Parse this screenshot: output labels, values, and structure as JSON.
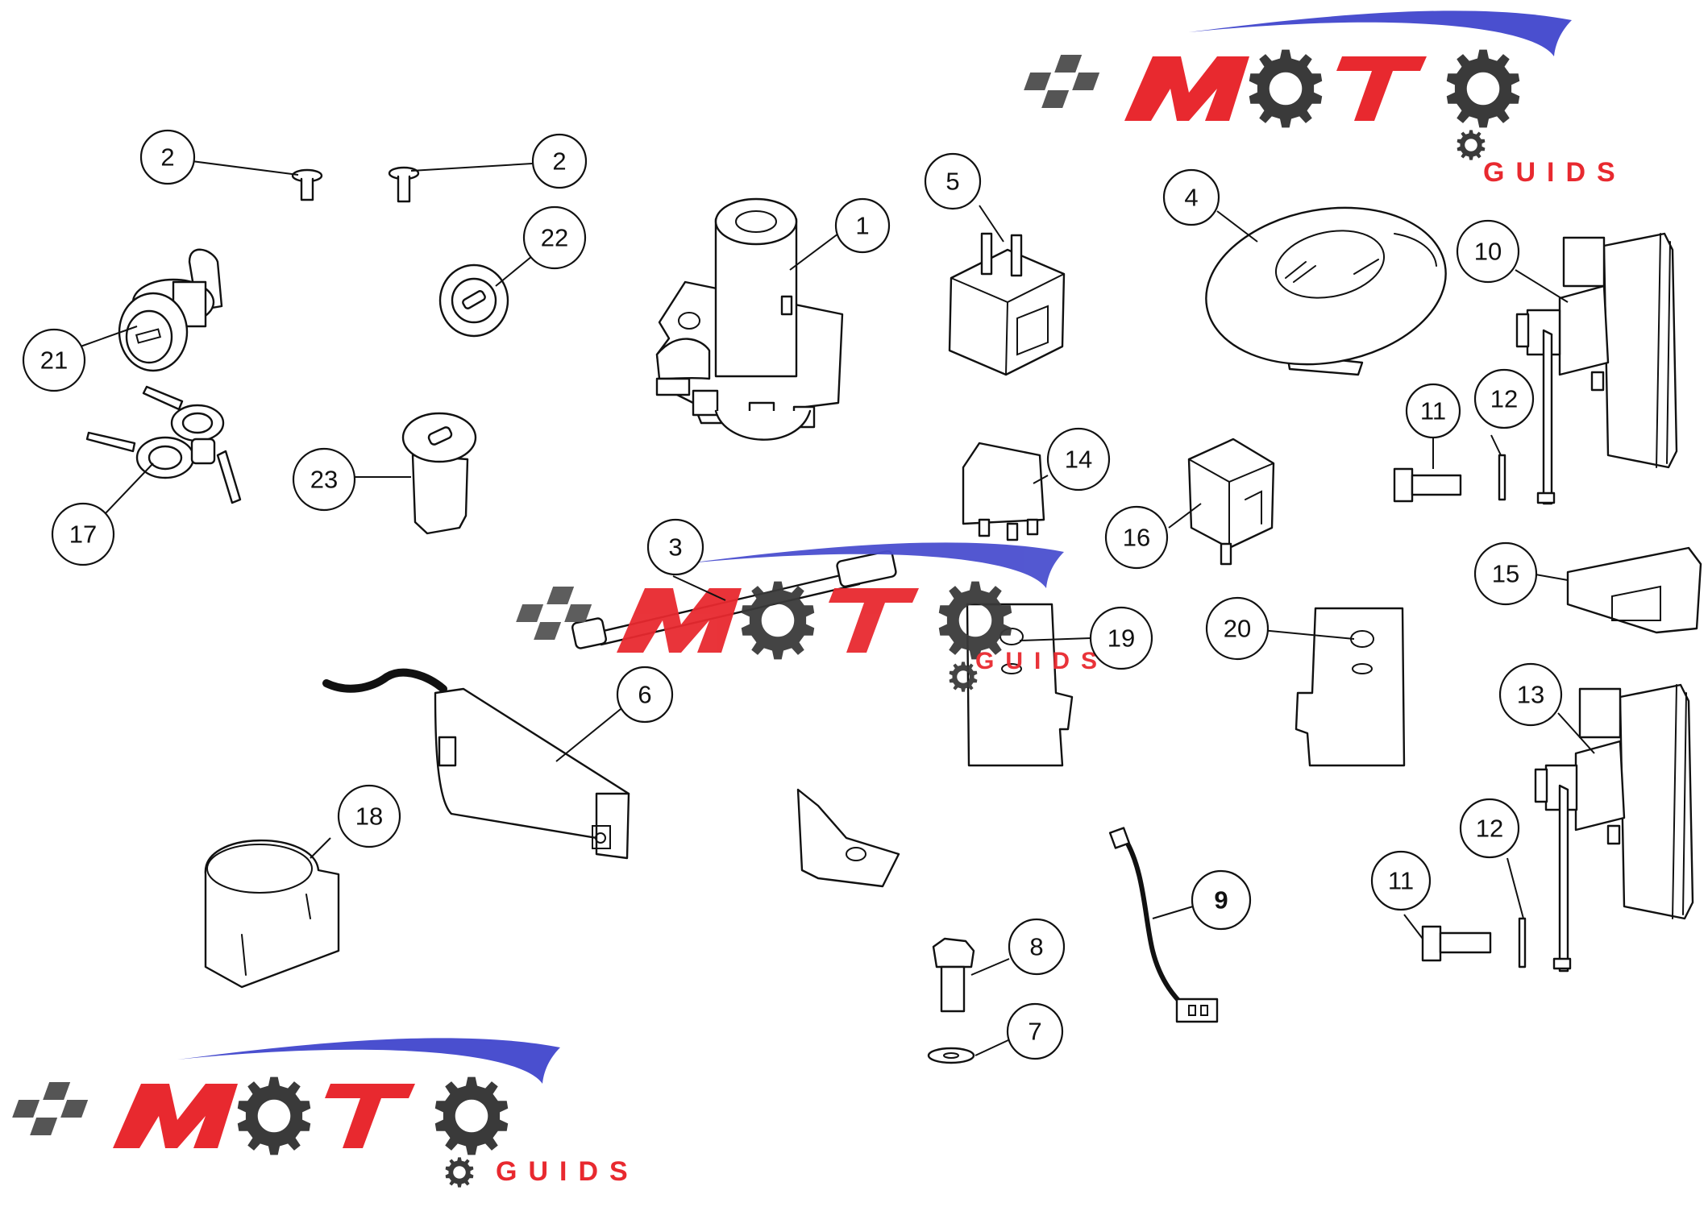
{
  "diagram": {
    "callouts": [
      {
        "id": "c1",
        "label": "1"
      },
      {
        "id": "c2a",
        "label": "2"
      },
      {
        "id": "c2b",
        "label": "2"
      },
      {
        "id": "c3",
        "label": "3"
      },
      {
        "id": "c4",
        "label": "4"
      },
      {
        "id": "c5",
        "label": "5"
      },
      {
        "id": "c6",
        "label": "6"
      },
      {
        "id": "c7",
        "label": "7"
      },
      {
        "id": "c8",
        "label": "8"
      },
      {
        "id": "c9",
        "label": "9"
      },
      {
        "id": "c10",
        "label": "10"
      },
      {
        "id": "c11a",
        "label": "11"
      },
      {
        "id": "c11b",
        "label": "11"
      },
      {
        "id": "c12a",
        "label": "12"
      },
      {
        "id": "c12b",
        "label": "12"
      },
      {
        "id": "c13",
        "label": "13"
      },
      {
        "id": "c14",
        "label": "14"
      },
      {
        "id": "c15",
        "label": "15"
      },
      {
        "id": "c16",
        "label": "16"
      },
      {
        "id": "c17",
        "label": "17"
      },
      {
        "id": "c18",
        "label": "18"
      },
      {
        "id": "c19",
        "label": "19"
      },
      {
        "id": "c20",
        "label": "20"
      },
      {
        "id": "c21",
        "label": "21"
      },
      {
        "id": "c22",
        "label": "22"
      },
      {
        "id": "c23",
        "label": "23"
      }
    ]
  },
  "watermark": {
    "brand": "MOTO",
    "sub": "GUIDS",
    "colors": {
      "text": "#e8292f",
      "swoosh": "#4a4fcf",
      "gear": "#3a3a3a",
      "flag": "#555555"
    }
  }
}
